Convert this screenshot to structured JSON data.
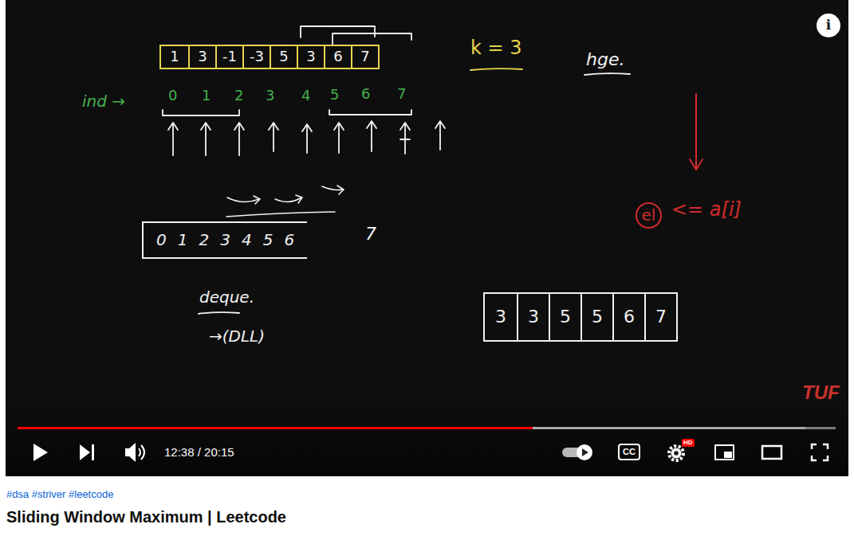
{
  "diagram": {
    "title": "Sliding Window Maximum | Leetcode",
    "nodes": [
      {
        "text": [
          "i"
        ]
      },
      {
        "text": [
          "1",
          "3",
          "-1",
          "-3",
          "5",
          "3",
          "6",
          "7"
        ]
      },
      {
        "text": [
          "el"
        ]
      },
      {
        "text": [
          "0",
          "1",
          "2",
          "3",
          "4",
          "5",
          "6"
        ]
      },
      {
        "text": [
          "3",
          "3",
          "5",
          "5",
          "6",
          "7"
        ]
      },
      {
        "text": [
          "CC"
        ]
      },
      {
        "text": [
          "HD"
        ]
      }
    ],
    "labels": [
      "k = 3",
      "hge.",
      "ind →",
      "0",
      "1",
      "2",
      "3",
      "4",
      "5",
      "6",
      "7",
      "7",
      "deque.",
      "→(DLL)",
      "<= a[i]",
      "TUF",
      "12:38 / 20:15",
      "#dsa #striver #leetcode"
    ]
  }
}
